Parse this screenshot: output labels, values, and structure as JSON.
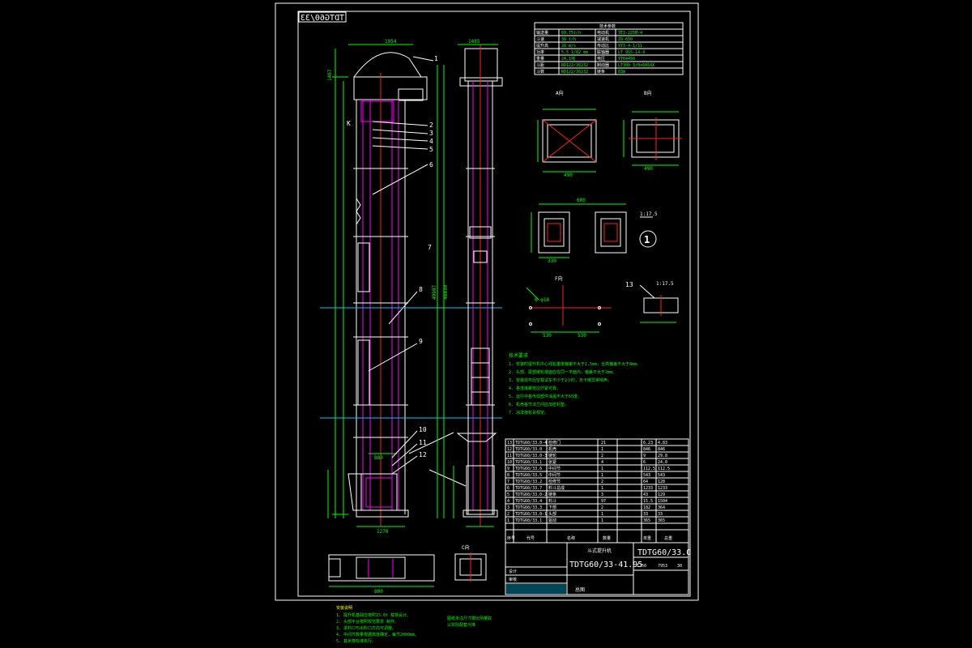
{
  "drawing": {
    "stamp_code": "TDTG60/33",
    "title_main": "TDTG60/33-41.95",
    "title_code": "TDTG60/33.0",
    "scale_label": "1:17.5",
    "section_label": "K"
  },
  "labels": {
    "part_numbers": [
      "1",
      "2",
      "3",
      "4",
      "5",
      "6",
      "7",
      "8",
      "9",
      "10",
      "11",
      "12",
      "13"
    ],
    "circle_num": "1",
    "view_c": "C向",
    "view_a": "A向",
    "view_b": "B向",
    "view_f": "F向",
    "phi_label": "6-φ18"
  },
  "dimensions": {
    "d_1954": "1954",
    "d_1485": "1485",
    "d_1467": "1467",
    "d_49997": "49997",
    "d_48430": "48430",
    "d_1270": "1270",
    "d_880": "880",
    "d_490a": "490",
    "d_490b": "490",
    "d_530a": "530",
    "d_530b": "530",
    "d_330": "330",
    "d_600": "600",
    "d_800": "800"
  },
  "parameter_table": {
    "title": "技术参数",
    "rows": [
      [
        "输送量",
        "60.75t/h",
        "电动机",
        "YE3-225M-4"
      ],
      [
        "斗速",
        "38 t/h",
        "减速机",
        "ZQ-650"
      ],
      [
        "提升高",
        "28 m/s",
        "传动比",
        "XY3-4-1/11"
      ],
      [
        "功率",
        "5.5 1/82 mm",
        "联轴器",
        "LT 9SS-14-4"
      ],
      [
        "重量",
        "24.1吨",
        "电压",
        "YT64450"
      ],
      [
        "斗距",
        "RD122/36232",
        "制动器",
        "LT300 3/0x6054X"
      ],
      [
        "斗数",
        "RD122/36232",
        "链条",
        "83m"
      ]
    ]
  },
  "notes": {
    "heading": "技术要求",
    "lines": [
      "1. 安装时提升机中心线铅垂度偏差不大于1.5mm，全高偏差不大于8mm。",
      "2. 头部、尾部链轮端面应在同一平面内，偏差不大于2mm。",
      "3. 安装完毕后空载试车不少于2小时，无卡链异常响声。",
      "4. 各连接螺栓应拧紧可靠。",
      "5. 运行中各传动部件油温不大于65度。",
      "6. 机壳各节法兰间应加密封垫。",
      "7. 涂漆按有关规定。"
    ]
  },
  "bom": {
    "rows": [
      [
        "13",
        "TDTG60/33.0-4",
        "检修门",
        "21",
        "6.23",
        "4.83"
      ],
      [
        "12",
        "TDTG60/33.0",
        "机壳",
        "1",
        "846",
        "846"
      ],
      [
        "11",
        "TDTG60/33.0-3",
        "链轮",
        "2",
        "9",
        "29.8"
      ],
      [
        "10",
        "TDTG60/33.1",
        "张紧",
        "4",
        "6",
        "24.0"
      ],
      [
        "9",
        "TDTG60/33.6",
        "中间节",
        "1",
        "112.5",
        "112.5"
      ],
      [
        "8",
        "TDTG60/33.5",
        "中间节",
        "1",
        "543",
        "543"
      ],
      [
        "7",
        "TDTG60/33.2",
        "检修节",
        "2",
        "64",
        "128"
      ],
      [
        "6",
        "TDTG60/33.7",
        "料斗总成",
        "1",
        "1233",
        "1233"
      ],
      [
        "5",
        "TDTG60/33.0-2",
        "链条",
        "3",
        "43",
        "129"
      ],
      [
        "4",
        "TDTG60/33.4",
        "料斗",
        "97",
        "15.5",
        "1504"
      ],
      [
        "3",
        "TDTG60/33.3",
        "下部",
        "2",
        "182",
        "364"
      ],
      [
        "2",
        "TDTG60/33.0-1",
        "头部",
        "1",
        "33",
        "33"
      ],
      [
        "1",
        "TDTG60/33.1",
        "驱动",
        "1",
        "365",
        "365"
      ]
    ],
    "headers": [
      "序号",
      "代号",
      "名称",
      "数量",
      "单重",
      "总重"
    ]
  },
  "title_block": {
    "company": "斗式提升机",
    "scale": "1:50",
    "sheet": "总图",
    "weight": "7953",
    "sheets_total": "30",
    "designer": "设计",
    "checker": "审核"
  },
  "bottom_notes": {
    "left_heading": "安装说明",
    "left_lines": [
      "1. 提升机基础应按照15.0t 载荷设计。",
      "2. 头部平台按照规范要求 制作。",
      "3. 进料口与出料口方向可调整。",
      "4. 中间节数量根据高度确定，每节2000mm。",
      "5. 其余按标准执行。"
    ],
    "right_lines": [
      "图纸未注尺寸按比例量取",
      "以实际配套为准"
    ]
  }
}
